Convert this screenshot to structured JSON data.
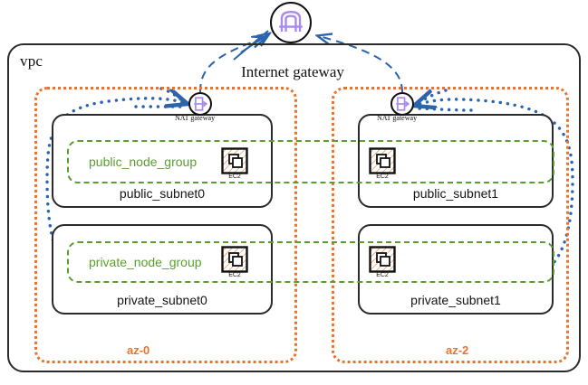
{
  "diagram": {
    "title": "AWS VPC with public and private subnets across two availability zones",
    "colors": {
      "vpc_border": "#2b2b2b",
      "az_border": "#e8742c",
      "az_label": "#e8742c",
      "node_group": "#5a9e30",
      "traffic_arrow": "#2a64ad",
      "gateway_glyph": "#a98aea",
      "ec2_hatch": "#e8742c"
    },
    "vpc": {
      "label": "vpc"
    },
    "internet_gateway": {
      "label": "Internet gateway",
      "icon": "internet-gateway-icon"
    },
    "availability_zones": [
      {
        "id": "az-0",
        "label": "az-0",
        "nat_gateway": {
          "label": "NAT gateway",
          "icon": "nat-gateway-icon"
        },
        "subnets": [
          {
            "id": "public_subnet0",
            "label": "public_subnet0",
            "type": "public"
          },
          {
            "id": "private_subnet0",
            "label": "private_subnet0",
            "type": "private"
          }
        ]
      },
      {
        "id": "az-2",
        "label": "az-2",
        "nat_gateway": {
          "label": "NAT gateway",
          "icon": "nat-gateway-icon"
        },
        "subnets": [
          {
            "id": "public_subnet1",
            "label": "public_subnet1",
            "type": "public"
          },
          {
            "id": "private_subnet1",
            "label": "private_subnet1",
            "type": "private"
          }
        ]
      }
    ],
    "node_groups": [
      {
        "id": "public_node_group",
        "label": "public_node_group",
        "instances": 2
      },
      {
        "id": "private_node_group",
        "label": "private_node_group",
        "instances": 2
      }
    ],
    "instances": [
      {
        "id": "ec2-public-az0",
        "caption": "EC2",
        "icon": "ec2-instance-icon"
      },
      {
        "id": "ec2-public-az2",
        "caption": "EC2",
        "icon": "ec2-instance-icon"
      },
      {
        "id": "ec2-private-az0",
        "caption": "EC2",
        "icon": "ec2-instance-icon"
      },
      {
        "id": "ec2-private-az2",
        "caption": "EC2",
        "icon": "ec2-instance-icon"
      }
    ]
  }
}
